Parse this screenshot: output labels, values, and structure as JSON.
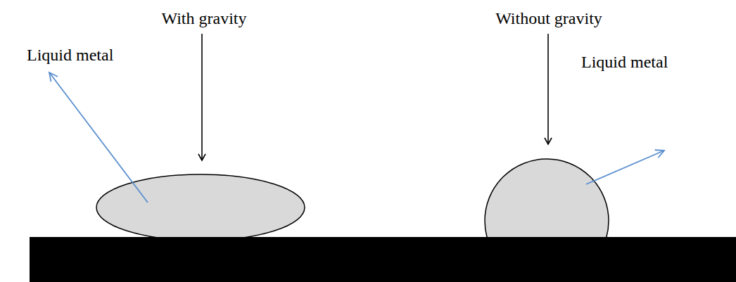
{
  "diagram": {
    "labels": [
      "With gravity",
      "Without gravity",
      "Liquid metal",
      "Liquid metal"
    ]
  }
}
